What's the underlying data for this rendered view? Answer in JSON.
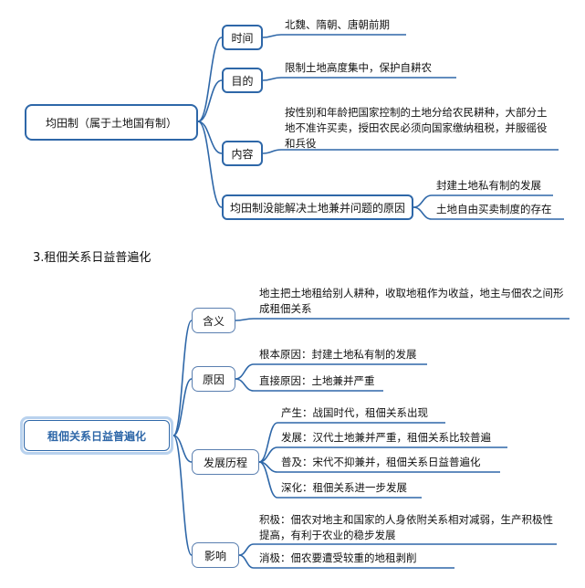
{
  "diagram1": {
    "root": "均田制（属于土地国有制）",
    "branches": [
      {
        "label": "时间",
        "details": [
          "北魏、隋朝、唐朝前期"
        ]
      },
      {
        "label": "目的",
        "details": [
          "限制土地高度集中，保护自耕农"
        ]
      },
      {
        "label": "内容",
        "details": [
          "按性别和年龄把国家控制的土地分给农民耕种，大部分土地不准许买卖，授田农民必须向国家缴纳租税，并服徭役和兵役"
        ]
      },
      {
        "label": "均田制没能解决土地兼并问题的原因",
        "details": [
          "封建土地私有制的发展",
          "土地自由买卖制度的存在"
        ]
      }
    ]
  },
  "section_title": "3.租佃关系日益普遍化",
  "diagram2": {
    "root": "租佃关系日益普遍化",
    "branches": [
      {
        "label": "含义",
        "details": [
          "地主把土地租给别人耕种，收取地租作为收益，地主与佃农之间形成租佃关系"
        ]
      },
      {
        "label": "原因",
        "details": [
          "根本原因：封建土地私有制的发展",
          "直接原因：土地兼并严重"
        ]
      },
      {
        "label": "发展历程",
        "details": [
          "产生：战国时代，租佃关系出现",
          "发展：汉代土地兼并严重，租佃关系比较普遍",
          "普及：宋代不抑兼并，租佃关系日益普遍化",
          "深化：租佃关系进一步发展"
        ]
      },
      {
        "label": "影响",
        "details": [
          "积极：佃农对地主和国家的人身依附关系相对减弱，生产积极性提高，有利于农业的稳步发展",
          "消极：佃农要遭受较重的地租剥削"
        ]
      }
    ]
  },
  "colors": {
    "line": "#2e67a8",
    "border": "#2e67a8",
    "root2_glow": "#b9d2ee"
  }
}
